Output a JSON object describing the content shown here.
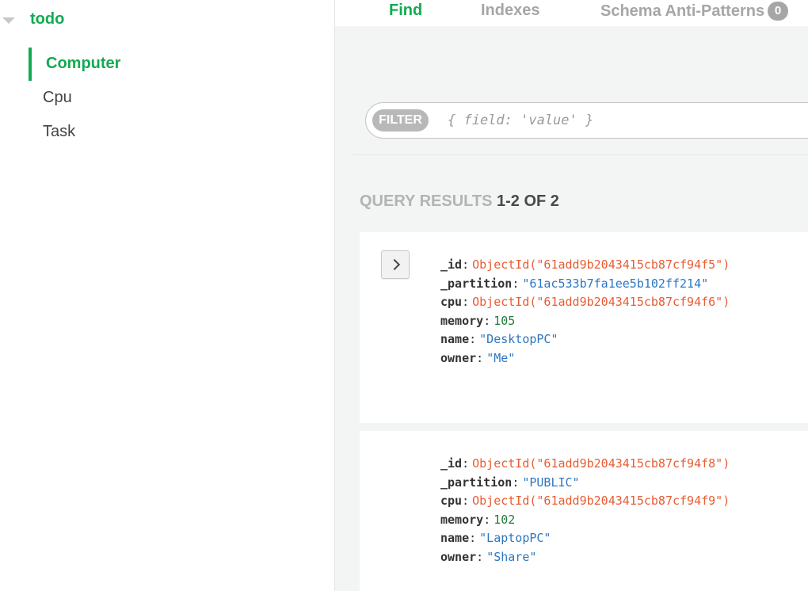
{
  "sidebar": {
    "database": "todo",
    "collections": [
      {
        "label": "Computer",
        "active": true
      },
      {
        "label": "Cpu",
        "active": false
      },
      {
        "label": "Task",
        "active": false
      }
    ]
  },
  "tabs": [
    {
      "label": "Find",
      "active": true
    },
    {
      "label": "Indexes",
      "active": false
    },
    {
      "label": "Schema Anti-Patterns",
      "active": false,
      "count": "0"
    }
  ],
  "filter": {
    "label": "FILTER",
    "placeholder": "{ field: 'value' }"
  },
  "results": {
    "label": "QUERY RESULTS",
    "range": "1-2 OF 2"
  },
  "documents": [
    {
      "fields": [
        {
          "key": "_id",
          "value": "ObjectId(\"61add9b2043415cb87cf94f5\")",
          "type": "oid"
        },
        {
          "key": "_partition",
          "value": "\"61ac533b7fa1ee5b102ff214\"",
          "type": "str"
        },
        {
          "key": "cpu",
          "value": "ObjectId(\"61add9b2043415cb87cf94f6\")",
          "type": "oid"
        },
        {
          "key": "memory",
          "value": "105",
          "type": "num"
        },
        {
          "key": "name",
          "value": "\"DesktopPC\"",
          "type": "str"
        },
        {
          "key": "owner",
          "value": "\"Me\"",
          "type": "str"
        }
      ]
    },
    {
      "fields": [
        {
          "key": "_id",
          "value": "ObjectId(\"61add9b2043415cb87cf94f8\")",
          "type": "oid"
        },
        {
          "key": "_partition",
          "value": "\"PUBLIC\"",
          "type": "str"
        },
        {
          "key": "cpu",
          "value": "ObjectId(\"61add9b2043415cb87cf94f9\")",
          "type": "oid"
        },
        {
          "key": "memory",
          "value": "102",
          "type": "num"
        },
        {
          "key": "name",
          "value": "\"LaptopPC\"",
          "type": "str"
        },
        {
          "key": "owner",
          "value": "\"Share\"",
          "type": "str"
        }
      ]
    }
  ],
  "colors": {
    "accent": "#13aa52",
    "objectid": "#e85c33",
    "string": "#2d76c2",
    "number": "#227a3c"
  }
}
